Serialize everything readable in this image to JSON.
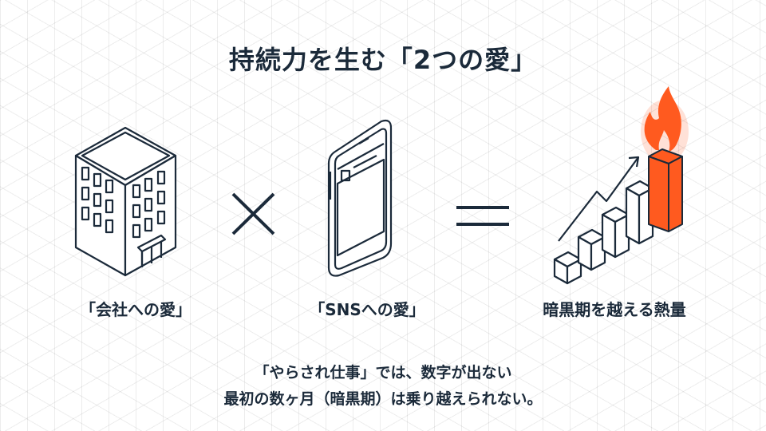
{
  "title": "持続力を生む「2つの愛」",
  "items": [
    {
      "label": "「会社への愛」",
      "icon": "office-building-icon"
    },
    {
      "label": "「SNSへの愛」",
      "icon": "smartphone-icon"
    },
    {
      "label": "暗黒期を越える熱量",
      "icon": "rising-bar-chart-fire-icon"
    }
  ],
  "operators": {
    "multiply": "multiply-icon",
    "equals": "equals-icon"
  },
  "footer": {
    "line1": "「やらされ仕事」では、数字が出ない",
    "line2": "最初の数ヶ月（暗黒期）は乗り越えられない。"
  },
  "colors": {
    "text": "#1b2a3a",
    "accent": "#ff5a1f",
    "background": "#ffffff"
  }
}
